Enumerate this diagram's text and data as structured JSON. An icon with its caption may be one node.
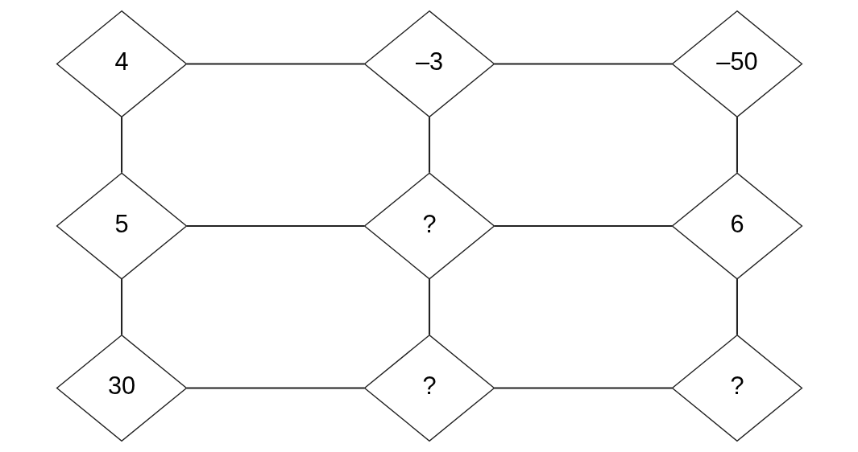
{
  "diagram": {
    "nodes": [
      {
        "text": [
          "4"
        ]
      },
      {
        "text": [
          "–3"
        ]
      },
      {
        "text": [
          "–50"
        ]
      },
      {
        "text": [
          "5"
        ]
      },
      {
        "text": [
          "?"
        ]
      },
      {
        "text": [
          "6"
        ]
      },
      {
        "text": [
          "30"
        ]
      },
      {
        "text": [
          "?"
        ]
      },
      {
        "text": [
          "?"
        ]
      }
    ],
    "edges": [
      {
        "from": 0,
        "to": 1,
        "arrow": "none"
      },
      {
        "from": 1,
        "to": 2,
        "arrow": "none"
      },
      {
        "from": 0,
        "to": 3,
        "arrow": "none"
      },
      {
        "from": 1,
        "to": 4,
        "arrow": "none"
      },
      {
        "from": 2,
        "to": 5,
        "arrow": "none"
      },
      {
        "from": 3,
        "to": 4,
        "arrow": "none"
      },
      {
        "from": 4,
        "to": 5,
        "arrow": "none"
      },
      {
        "from": 3,
        "to": 6,
        "arrow": "none"
      },
      {
        "from": 4,
        "to": 7,
        "arrow": "none"
      },
      {
        "from": 5,
        "to": 8,
        "arrow": "none"
      },
      {
        "from": 6,
        "to": 7,
        "arrow": "none"
      },
      {
        "from": 7,
        "to": 8,
        "arrow": "none"
      }
    ]
  }
}
